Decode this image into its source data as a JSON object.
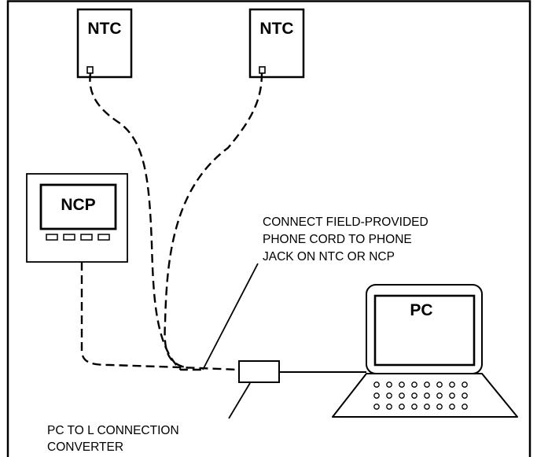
{
  "devices": {
    "ntc_left_label": "NTC",
    "ntc_right_label": "NTC",
    "ncp_label": "NCP",
    "pc_label": "PC"
  },
  "notes": {
    "cord_line1": "CONNECT FIELD-PROVIDED",
    "cord_line2": "PHONE CORD TO PHONE",
    "cord_line3": "JACK ON NTC OR NCP",
    "converter_line1": "PC TO L CONNECTION",
    "converter_line2": "CONVERTER"
  },
  "colors": {
    "ink": "#000000",
    "background": "#ffffff"
  }
}
